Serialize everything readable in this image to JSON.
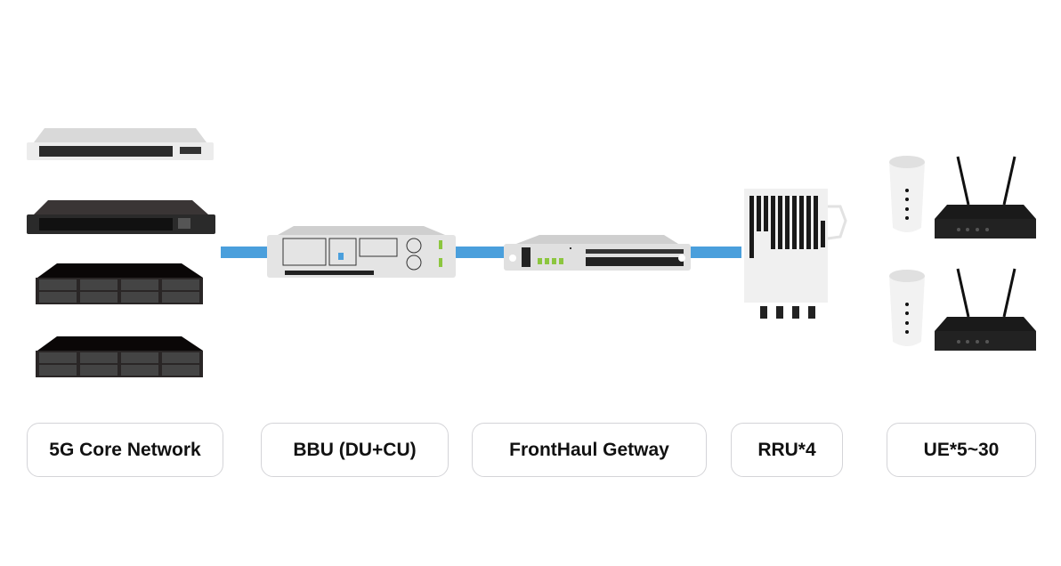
{
  "diagram": {
    "title": "5G network topology",
    "nodes": [
      {
        "id": "core",
        "label": "5G Core Network",
        "devices": [
          "light-switch",
          "dark-switch",
          "storage-server",
          "storage-server"
        ]
      },
      {
        "id": "bbu",
        "label": "BBU (DU+CU)",
        "devices": [
          "bbu-server"
        ]
      },
      {
        "id": "fronthaul",
        "label": "FrontHaul Getway",
        "devices": [
          "fronthaul-gateway"
        ]
      },
      {
        "id": "rru",
        "label": "RRU*4",
        "devices": [
          "rru-unit"
        ]
      },
      {
        "id": "ue",
        "label": "UE*5~30",
        "devices": [
          "cpe",
          "router",
          "cpe",
          "router"
        ]
      }
    ],
    "links": [
      {
        "from": "core",
        "to": "bbu"
      },
      {
        "from": "bbu",
        "to": "fronthaul"
      },
      {
        "from": "fronthaul",
        "to": "rru"
      }
    ],
    "colors": {
      "link": "#4a9fdc",
      "device_dark": "#1c1c1c",
      "device_light": "#e6e6e6",
      "port_green": "#8cc63f"
    }
  }
}
